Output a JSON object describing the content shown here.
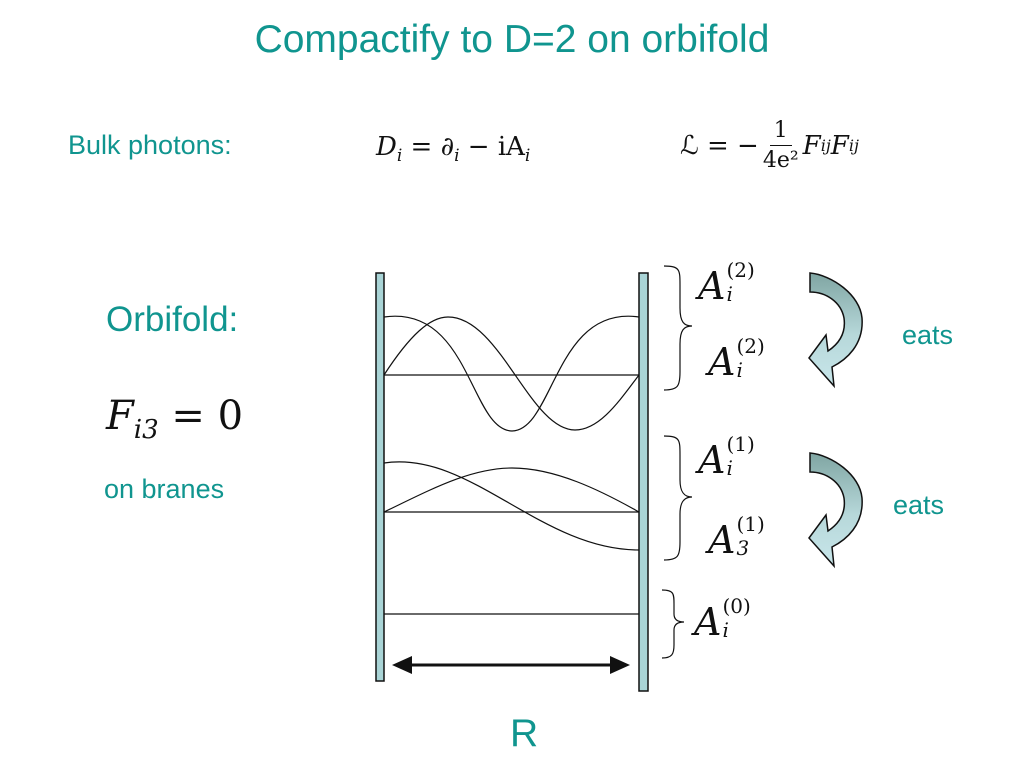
{
  "title": "Compactify to D=2 on orbifold",
  "labels": {
    "bulk": "Bulk photons:",
    "orbifold": "Orbifold:",
    "on_branes": "on branes",
    "eats_top": "eats",
    "eats_bottom": "eats",
    "distance": "R"
  },
  "equations": {
    "covariant_lhs": "D",
    "covariant_lhs_sub": "i",
    "covariant_rhs": " = ∂",
    "covariant_rhs_sub": "i",
    "covariant_rest": " − iA",
    "covariant_rest_sub": "i",
    "lagrangian_lhs": "ℒ = −",
    "lagrangian_num": "1",
    "lagrangian_den": "4e²",
    "lagrangian_rhs": "F",
    "lagrangian_rhs_sub": "ij",
    "lagrangian_rhs2": "F",
    "lagrangian_rhs2_sup": "ij",
    "boundary_lhs": "F",
    "boundary_sub": "i3",
    "boundary_rhs": " = 0"
  },
  "fields": [
    {
      "base": "A",
      "sup": "(2)",
      "sub": "i"
    },
    {
      "base": "A",
      "sup": "(2)",
      "sub": "i"
    },
    {
      "base": "A",
      "sup": "(1)",
      "sub": "i"
    },
    {
      "base": "A",
      "sup": "(1)",
      "sub": "3"
    },
    {
      "base": "A",
      "sup": "(0)",
      "sub": "i"
    }
  ],
  "colors": {
    "accent_text": "#10958f",
    "brane_fill": "#a9d4d6",
    "arrow_dark": "#7fa5a2",
    "arrow_light": "#c8e6ea",
    "line": "#111111"
  }
}
